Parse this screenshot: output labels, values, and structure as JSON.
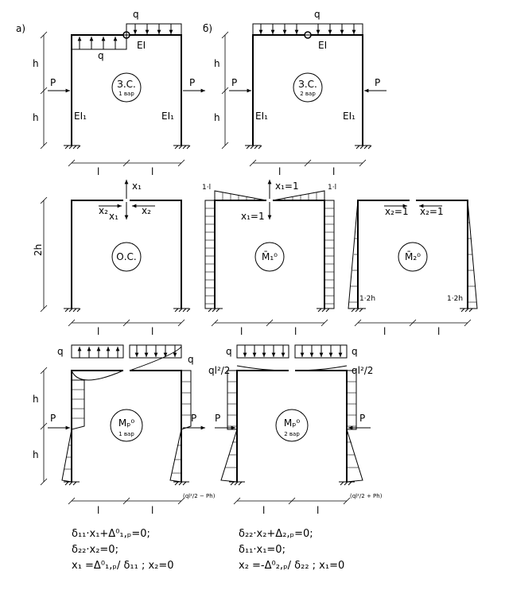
{
  "panels": {
    "a": {
      "tag": "а)",
      "system_label": "З.С.",
      "system_sub": "1 вар"
    },
    "b": {
      "tag": "б)",
      "system_label": "З.С.",
      "system_sub": "2 вар"
    }
  },
  "labels": {
    "q": "q",
    "P": "P",
    "EI": "EI",
    "EI1": "EI₁",
    "h": "h",
    "l": "l",
    "h2": "2h",
    "x1": "x₁",
    "x2": "x₂",
    "x1_eq1": "x₁=1",
    "x2_eq1": "x₂=1",
    "one_l": "1·l",
    "one_2h": "1·2h",
    "os": "О.С.",
    "M1": "M̄₁⁰",
    "M2": "M̄₂⁰",
    "Mp": "Mₚ⁰",
    "Mp_sub1": "1 вар",
    "Mp_sub2": "2 вар",
    "ql2_2": "ql²/2",
    "corner1": "(ql²/2 − Ph)",
    "corner2": "(ql²/2 + Ph)"
  },
  "equations": {
    "left": [
      "δ₁₁·x₁+Δ⁰₁,ₚ=0;",
      "δ₂₂·x₂=0;",
      "x₁ =Δ⁰₁,ₚ/ δ₁₁ ; x₂=0"
    ],
    "right": [
      "δ₂₂·x₂+Δ₂,ₚ=0;",
      "δ₁₁·x₁=0;",
      "x₂ =-Δ⁰₂,ₚ/ δ₂₂ ; x₁=0"
    ]
  }
}
